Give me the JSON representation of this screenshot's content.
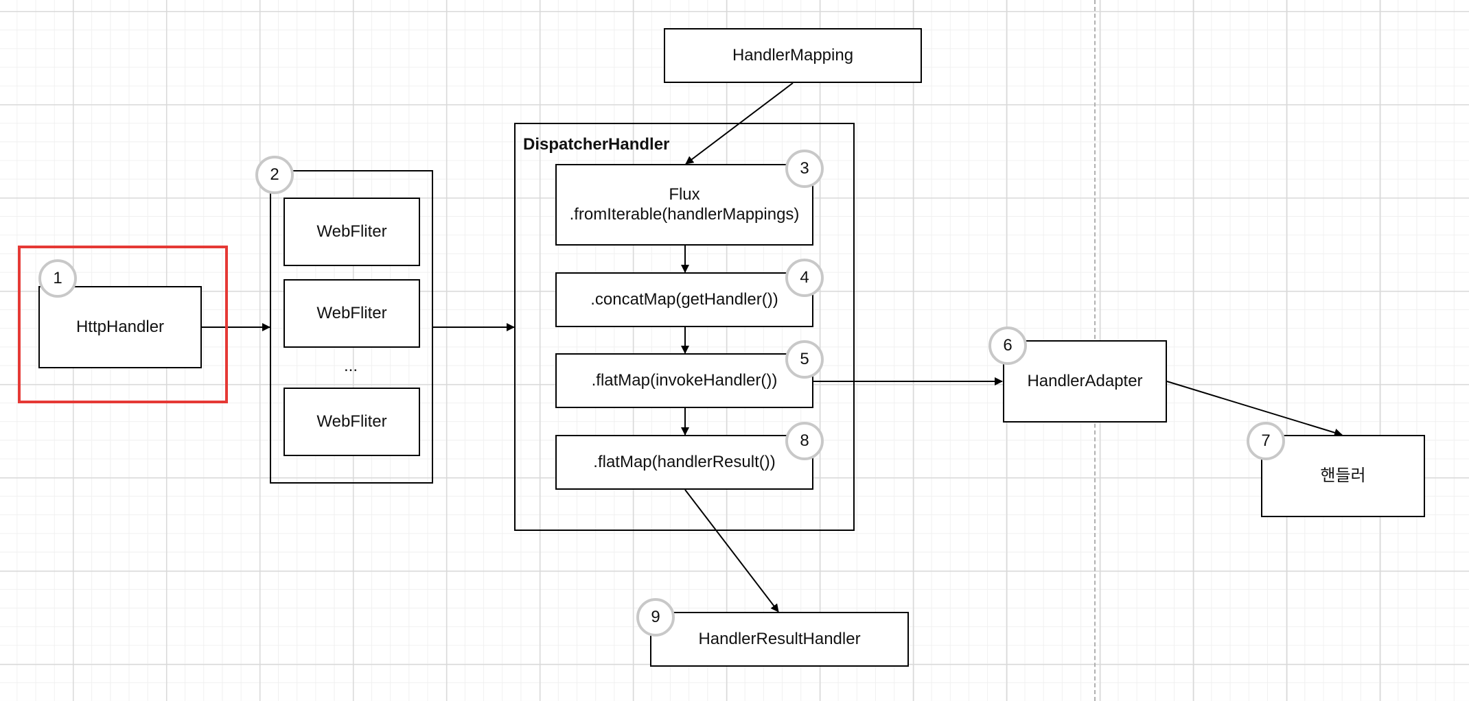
{
  "diagram": {
    "http_handler": {
      "label": "HttpHandler",
      "badge": "1"
    },
    "web_filters": {
      "badge": "2",
      "items": [
        "WebFliter",
        "WebFliter",
        "WebFliter"
      ],
      "ellipsis": "..."
    },
    "dispatcher_handler": {
      "title": "DispatcherHandler",
      "steps": [
        {
          "label_line1": "Flux",
          "label_line2": ".fromIterable(handlerMappings)",
          "badge": "3"
        },
        {
          "label": ".concatMap(getHandler())",
          "badge": "4"
        },
        {
          "label": ".flatMap(invokeHandler())",
          "badge": "5"
        },
        {
          "label": ".flatMap(handlerResult())",
          "badge": "8"
        }
      ]
    },
    "handler_mapping": {
      "label": "HandlerMapping"
    },
    "handler_adapter": {
      "label": "HandlerAdapter",
      "badge": "6"
    },
    "handler": {
      "label": "핸들러",
      "badge": "7"
    },
    "handler_result_handler": {
      "label": "HandlerResultHandler",
      "badge": "9"
    },
    "colors": {
      "highlight": "#e53935",
      "stroke": "#000000",
      "badge_border": "#c8c8c8"
    }
  }
}
